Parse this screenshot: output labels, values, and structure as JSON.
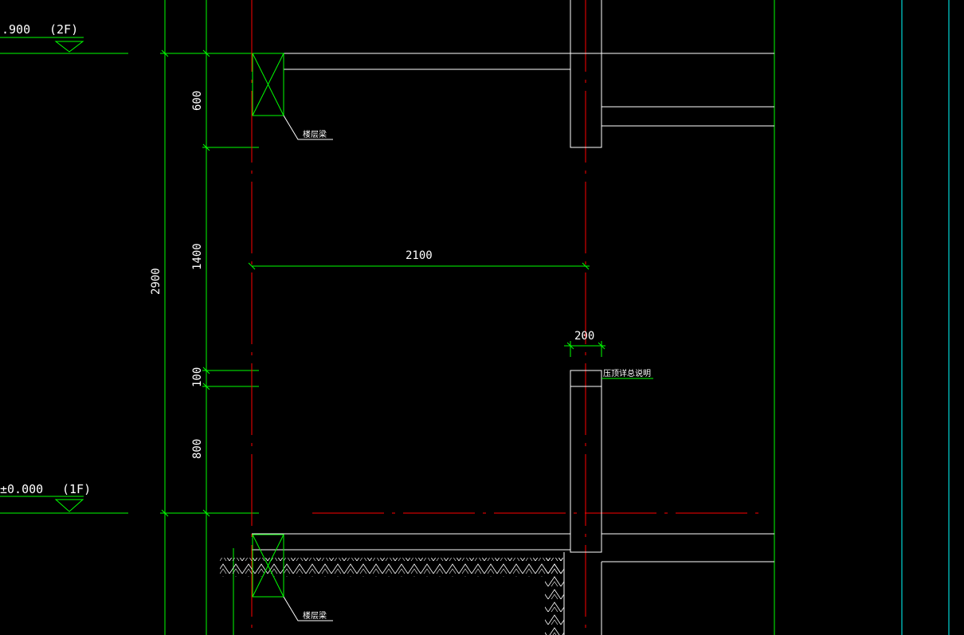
{
  "levels": {
    "upper": {
      "value": ".900",
      "floor": "(2F)"
    },
    "lower": {
      "value": "±0.000",
      "floor": "(1F)"
    }
  },
  "dimensions": {
    "total_height": "2900",
    "seg_top": "600",
    "seg_middle": "1400",
    "seg_small": "100",
    "seg_bottom": "800",
    "span_width": "2100",
    "wall_thickness": "200"
  },
  "annotations": {
    "beam_top": "楼层梁",
    "beam_bottom": "楼层梁",
    "pressure_top": "压顶详总说明"
  },
  "colors": {
    "background": "#000000",
    "dimension": "#00ff00",
    "axis": "#ff0000",
    "outline": "#ffffff",
    "grid_cyan": "#00ffff"
  }
}
